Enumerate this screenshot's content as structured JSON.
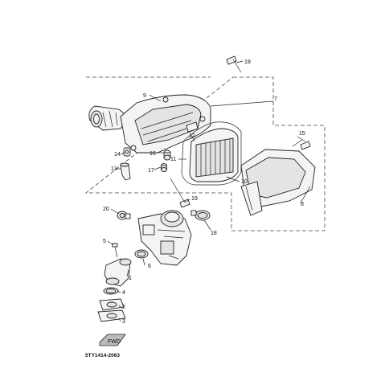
{
  "diagram": {
    "code": "5TY1414-2063",
    "fwd_label": "FWD",
    "callouts": {
      "n1": "1",
      "n2": "2",
      "n3": "3",
      "n4": "4",
      "n5": "5",
      "n6": "6",
      "n7": "7",
      "n8": "8",
      "n9": "9",
      "n10": "10",
      "n11": "11",
      "n12": "12",
      "n13": "13",
      "n14": "14",
      "n15": "15",
      "n16": "16",
      "n17": "17",
      "n18": "18",
      "n19a": "19",
      "n19b": "19",
      "n20": "20"
    }
  }
}
